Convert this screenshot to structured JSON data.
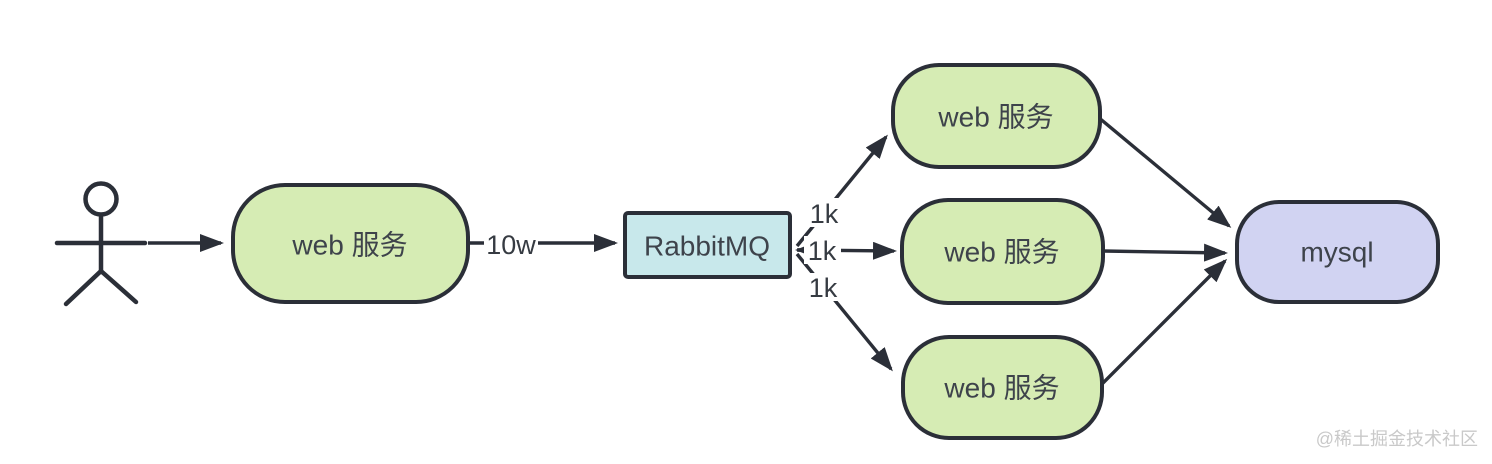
{
  "nodes": {
    "web_entry": {
      "label": "web 服务"
    },
    "rabbitmq": {
      "label": "RabbitMQ"
    },
    "web_consumer_top": {
      "label": "web 服务"
    },
    "web_consumer_mid": {
      "label": "web 服务"
    },
    "web_consumer_bottom": {
      "label": "web 服务"
    },
    "mysql": {
      "label": "mysql"
    }
  },
  "edge_labels": {
    "web_to_rabbitmq": "10w",
    "rabbitmq_to_top": "1k",
    "rabbitmq_to_mid": "1k",
    "rabbitmq_to_bottom": "1k"
  },
  "watermark": "@稀土掘金技术社区",
  "colors": {
    "line": "#2b2f38",
    "web_fill": "#d6ecb4",
    "rabbitmq_fill": "#c8e8eb",
    "mysql_fill": "#d1d3f2",
    "actor_head_fill": "#f5e9c2",
    "text": "#3e434b",
    "watermark": "#c9c9c9",
    "background": "#ffffff"
  }
}
